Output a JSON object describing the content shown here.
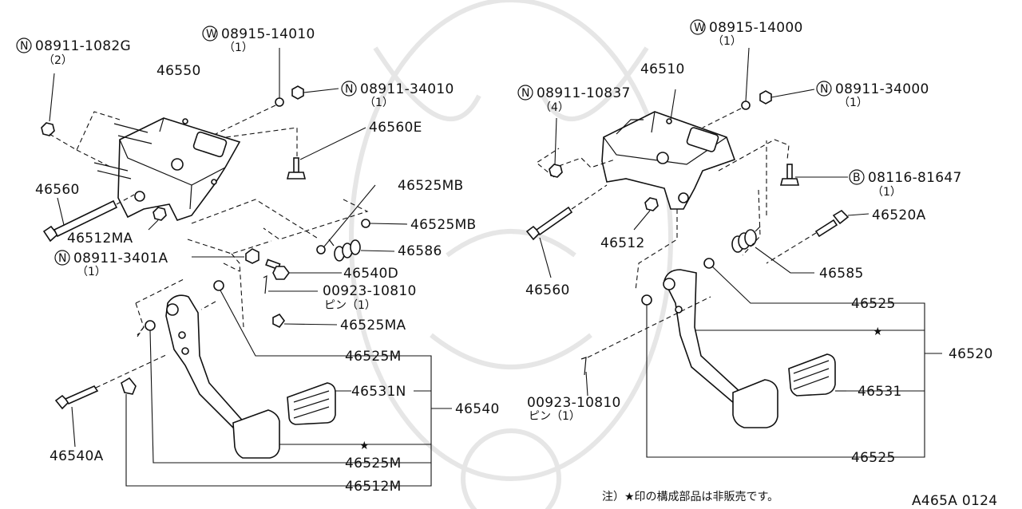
{
  "diagram": {
    "left": {
      "callouts": {
        "n_top": {
          "symbol": "N",
          "code": "08911-1082G",
          "qty": "（2）"
        },
        "w_top": {
          "symbol": "W",
          "code": "08915-14010",
          "qty": "（1）"
        },
        "n_nut": {
          "symbol": "N",
          "code": "08911-34010",
          "qty": "（1）"
        },
        "n_mid": {
          "symbol": "N",
          "code": "08911-3401A",
          "qty": "（1）"
        }
      },
      "labels": {
        "bracket": "46550",
        "bolt_e": "46560E",
        "bolt": "46560",
        "nut_ma": "46512MA",
        "bush_mb1": "46525MB",
        "bush_mb2": "46525MB",
        "spring": "46586",
        "bolt_d": "46540D",
        "pin_code": "00923-10810",
        "pin_name": "ピン（1）",
        "clip_ma": "46525MA",
        "bush_m1": "46525M",
        "pad_n": "46531N",
        "pedal_assy": "46540",
        "bush_m2": "46525M",
        "stopper_m": "46512M",
        "pedal_bolt": "46540A"
      }
    },
    "right": {
      "callouts": {
        "w_top": {
          "symbol": "W",
          "code": "08915-14000",
          "qty": "（1）"
        },
        "n_left": {
          "symbol": "N",
          "code": "08911-10837",
          "qty": "（4）"
        },
        "n_nut": {
          "symbol": "N",
          "code": "08911-34000",
          "qty": "（1）"
        },
        "b_bolt": {
          "symbol": "B",
          "code": "08116-81647",
          "qty": "（1）"
        }
      },
      "labels": {
        "bracket": "46510",
        "pin_bolt": "46520A",
        "spring": "46585",
        "nut": "46512",
        "bolt": "46560",
        "bush1": "46525",
        "pedal_assy": "46520",
        "pad": "46531",
        "bush2": "46525",
        "pin_code": "00923-10810",
        "pin_name": "ピン（1）"
      }
    },
    "footnote": "注）★印の構成部品は非販売です。",
    "drawing_id": "A465A 0124",
    "star_glyph": "★"
  }
}
